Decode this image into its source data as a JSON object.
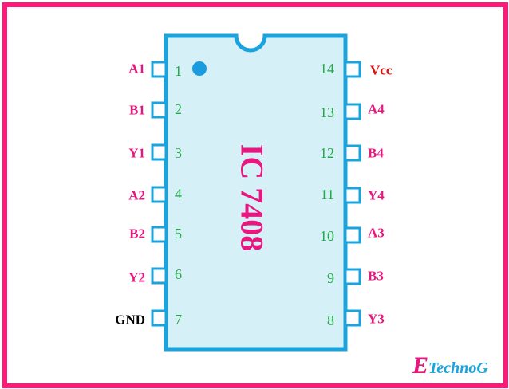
{
  "chip": {
    "title": "IC 7408",
    "colors": {
      "body_fill": "#d6f0f8",
      "body_stroke": "#1aa3dd",
      "pin_stroke": "#1aa3dd",
      "pin_number": "#22aa44",
      "signal_label": "#e8177f",
      "vcc_label": "#dd1111",
      "gnd_label": "#000000",
      "title": "#e8177f",
      "dot": "#1a9be0",
      "frame": "#ff1a7a"
    }
  },
  "left_pins": [
    {
      "number": "1",
      "label": "A1"
    },
    {
      "number": "2",
      "label": "B1"
    },
    {
      "number": "3",
      "label": "Y1"
    },
    {
      "number": "4",
      "label": "A2"
    },
    {
      "number": "5",
      "label": "B2"
    },
    {
      "number": "6",
      "label": "Y2"
    },
    {
      "number": "7",
      "label": "GND"
    }
  ],
  "right_pins": [
    {
      "number": "14",
      "label": "Vcc"
    },
    {
      "number": "13",
      "label": "A4"
    },
    {
      "number": "12",
      "label": "B4"
    },
    {
      "number": "11",
      "label": "Y4"
    },
    {
      "number": "10",
      "label": "A3"
    },
    {
      "number": "9",
      "label": "B3"
    },
    {
      "number": "8",
      "label": "Y3"
    }
  ],
  "watermark": {
    "initial": "E",
    "rest": "TechnoG"
  }
}
